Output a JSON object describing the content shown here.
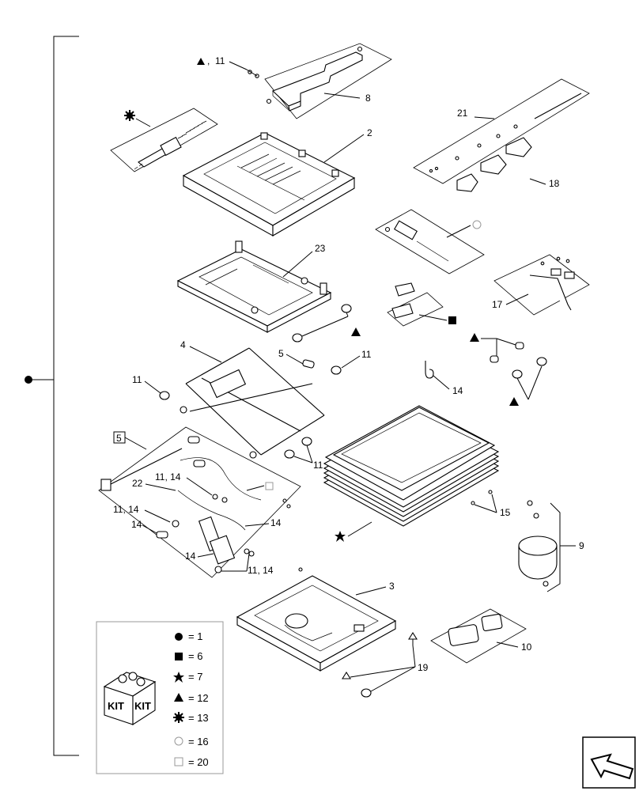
{
  "callouts": {
    "c11_top": "11",
    "c8": "8",
    "c2": "2",
    "c21": "21",
    "c18": "18",
    "c23": "23",
    "c17": "17",
    "c4": "4",
    "c5": "5",
    "c11_a": "11",
    "c11_b": "11",
    "c14_hook": "14",
    "c11_c": "11",
    "c5_box": "5",
    "c11_14_a": "11, 14",
    "c22": "22",
    "c11_14_b": "11, 14",
    "c14_a": "14",
    "c14_b": "14",
    "c14_c": "14",
    "c11_14_c": "11, 14",
    "c15": "15",
    "c9": "9",
    "c3": "3",
    "c10": "10",
    "c19": "19"
  },
  "legend": {
    "items": [
      {
        "symbol": "circle",
        "text": "= 1"
      },
      {
        "symbol": "square",
        "text": "= 6"
      },
      {
        "symbol": "star",
        "text": "= 7"
      },
      {
        "symbol": "triangle",
        "text": "= 12"
      },
      {
        "symbol": "gear",
        "text": "= 13"
      },
      {
        "symbol": "circle-outline",
        "text": "= 16"
      },
      {
        "symbol": "square-outline",
        "text": "= 20"
      }
    ],
    "kit_label_left": "KIT",
    "kit_label_right": "KIT"
  },
  "nav": {
    "icon": "next-page-arrow-icon"
  }
}
